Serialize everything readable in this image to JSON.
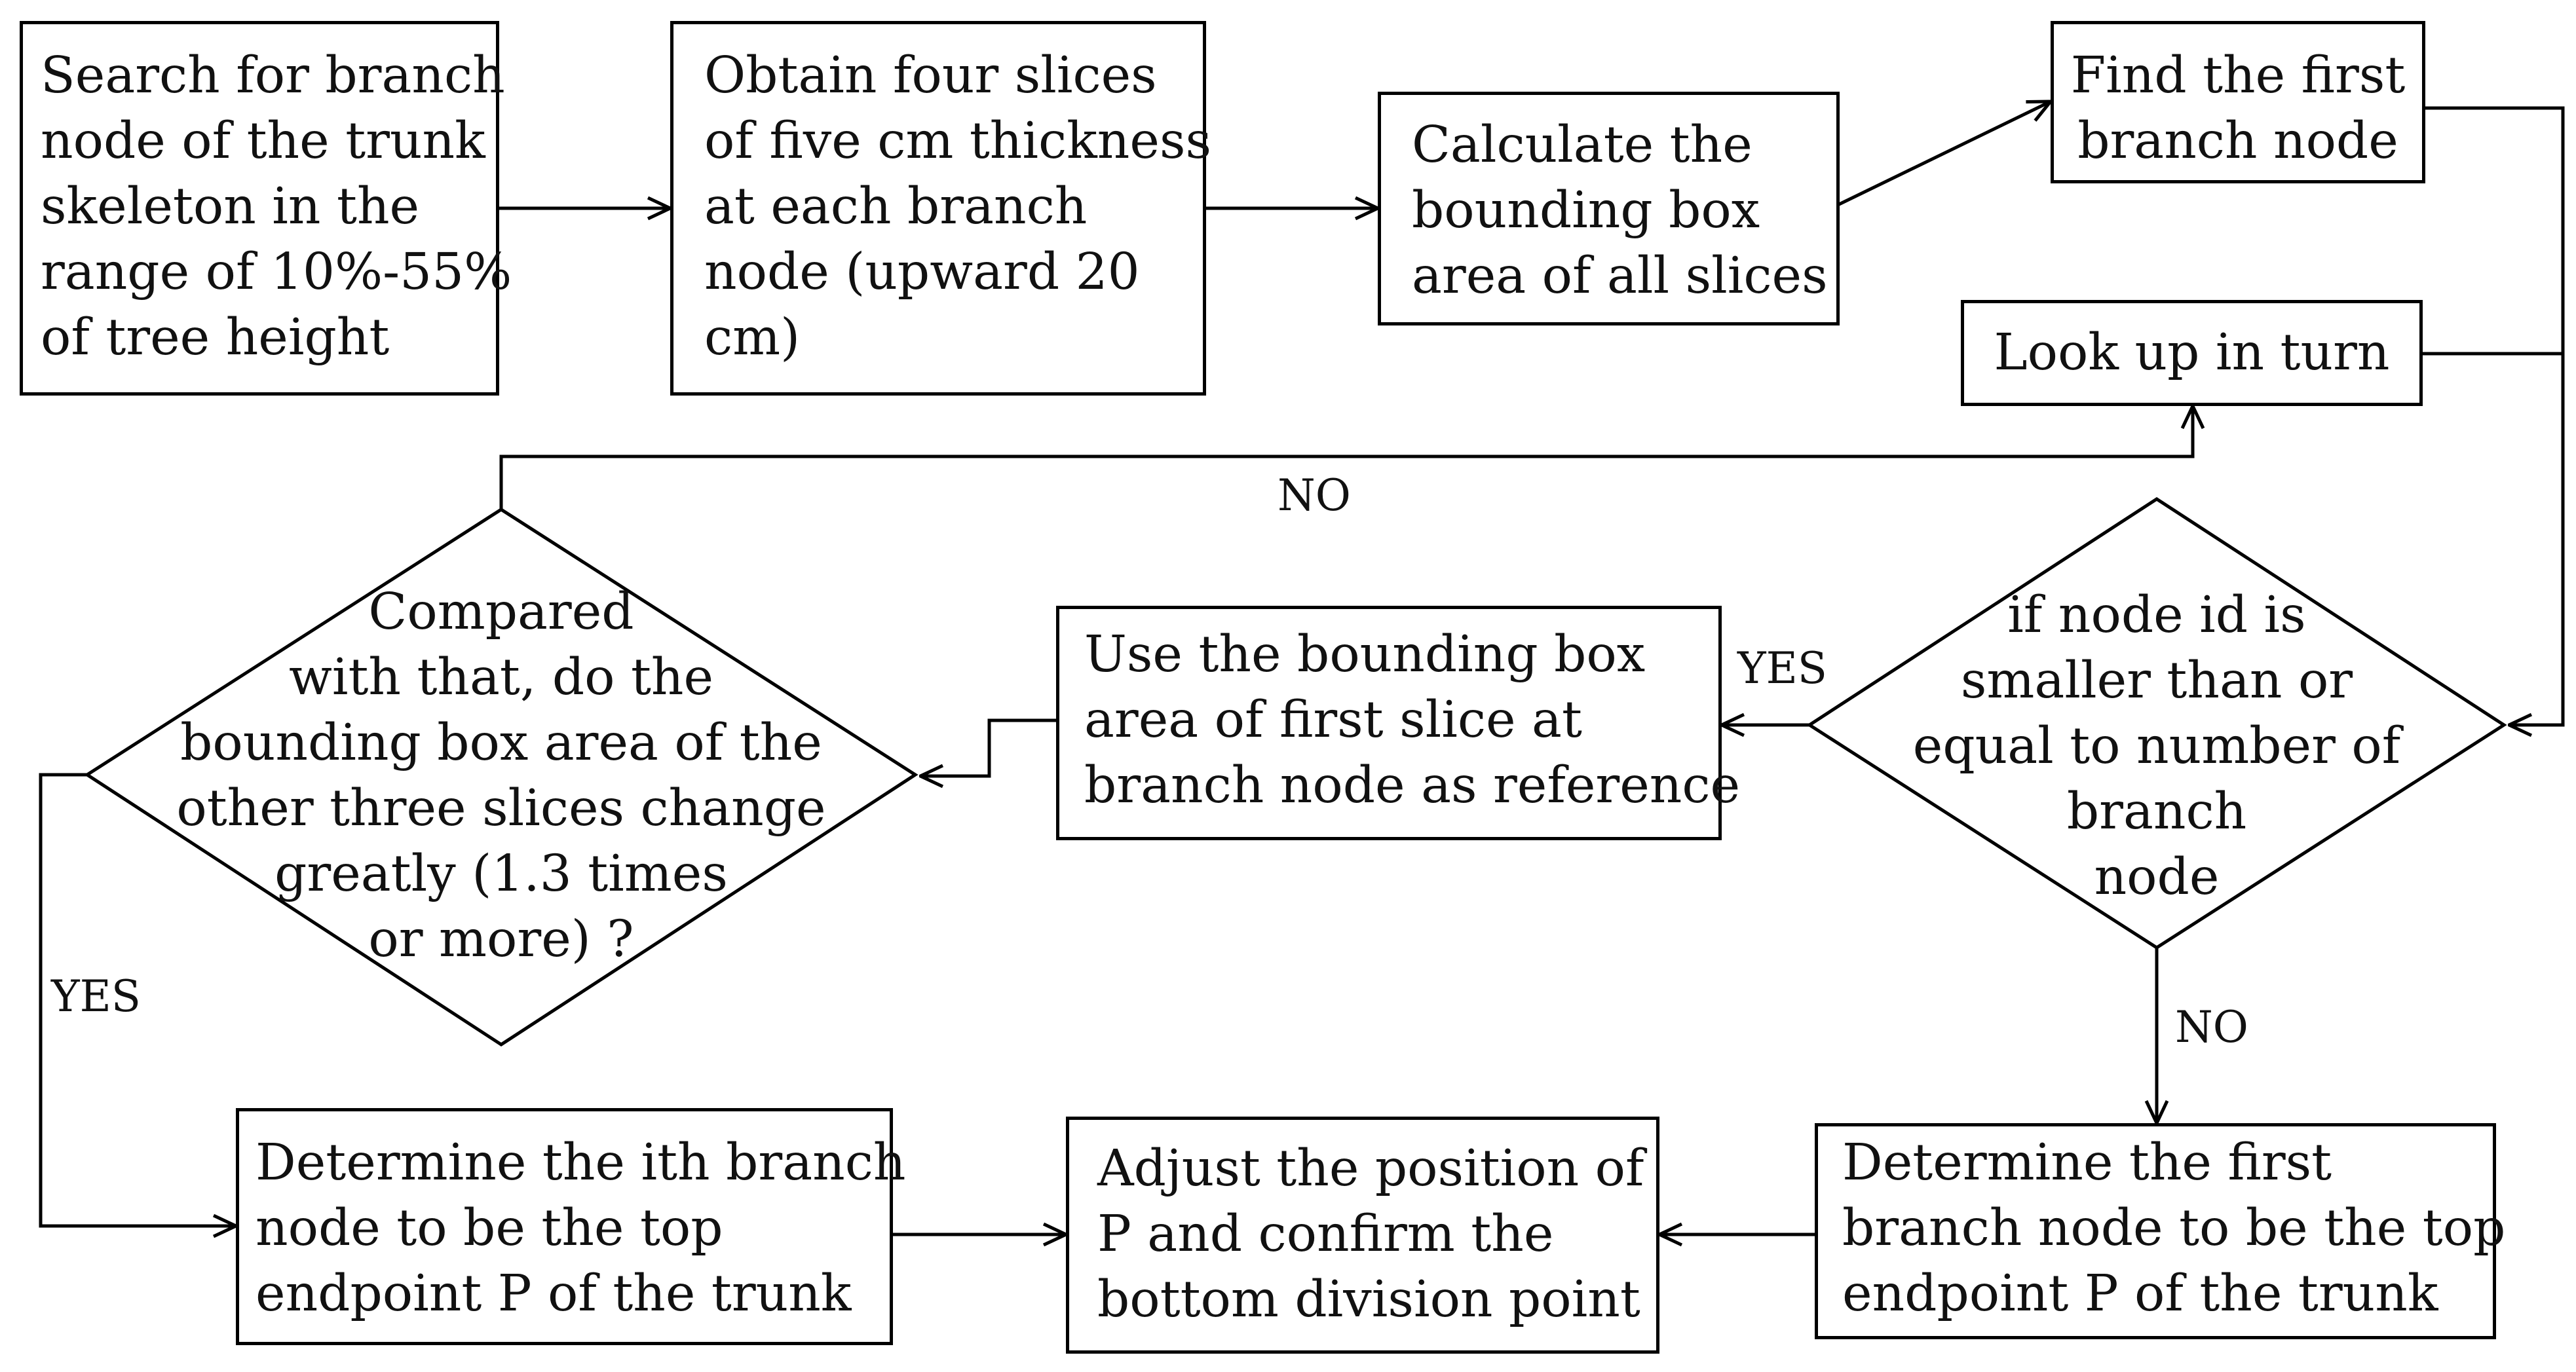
{
  "nodes": {
    "search": "Search for branch\nnode of the trunk\nskeleton in the\nrange of 10%-55%\nof tree height",
    "slices": "Obtain four slices\nof five cm thickness\nat each branch\nnode (upward 20\ncm)",
    "calc": "Calculate the\nbounding box\narea of all slices",
    "find_first": "Find the first\nbranch node",
    "look_up": "Look up in turn",
    "if_node": "if node id is\nsmaller than or\nequal to number of\nbranch\nnode",
    "use_ref": "Use the bounding box\narea of first slice at\nbranch node as reference",
    "compared": "Compared\nwith that, do the\nbounding box area of the\nother three slices change\ngreatly (1.3 times\nor more) ?",
    "det_ith": "Determine the ith branch\nnode to be the top\nendpoint P of the trunk",
    "adjust": "Adjust the position of\nP and confirm the\nbottom division point",
    "det_first": "Determine the first\nbranch node to be the top\nendpoint P of the trunk"
  },
  "labels": {
    "no_top": "NO",
    "yes_mid": "YES",
    "yes_left": "YES",
    "no_right": "NO"
  }
}
